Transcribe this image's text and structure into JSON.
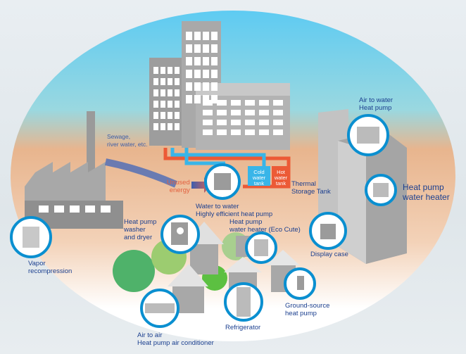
{
  "labels": {
    "sewage": [
      "Sewage,",
      "river water, etc."
    ],
    "unused_energy": [
      "Unused",
      "energy"
    ],
    "cold_tank": [
      "Cold water",
      "tank"
    ],
    "hot_tank": [
      "Hot water",
      "tank"
    ],
    "thermal_storage": [
      "Thermal",
      "Storage Tank"
    ],
    "water_to_water": [
      "Water to water",
      "Highly efficient heat pump"
    ],
    "air_to_water": [
      "Air to water",
      "Heat pump"
    ],
    "hp_water_heater": [
      "Heat pump",
      "water heater"
    ],
    "washer": [
      "Heat pump",
      "washer",
      "and dryer"
    ],
    "eco_cute": [
      "Heat pump",
      "water heater (Eco Cute)"
    ],
    "display_case": [
      "Display case"
    ],
    "vapor": [
      "Vapor",
      "recompression"
    ],
    "ground_source": [
      "Ground-source",
      "heat pump"
    ],
    "refrigerator": [
      "Refrigerator"
    ],
    "air_to_air": [
      "Air to air",
      "Heat pump air conditioner"
    ]
  },
  "colors": {
    "ring": "#0a8fd0",
    "text": "#1b3f8f",
    "hot": "#ec5a36",
    "cold": "#39b5e8"
  }
}
